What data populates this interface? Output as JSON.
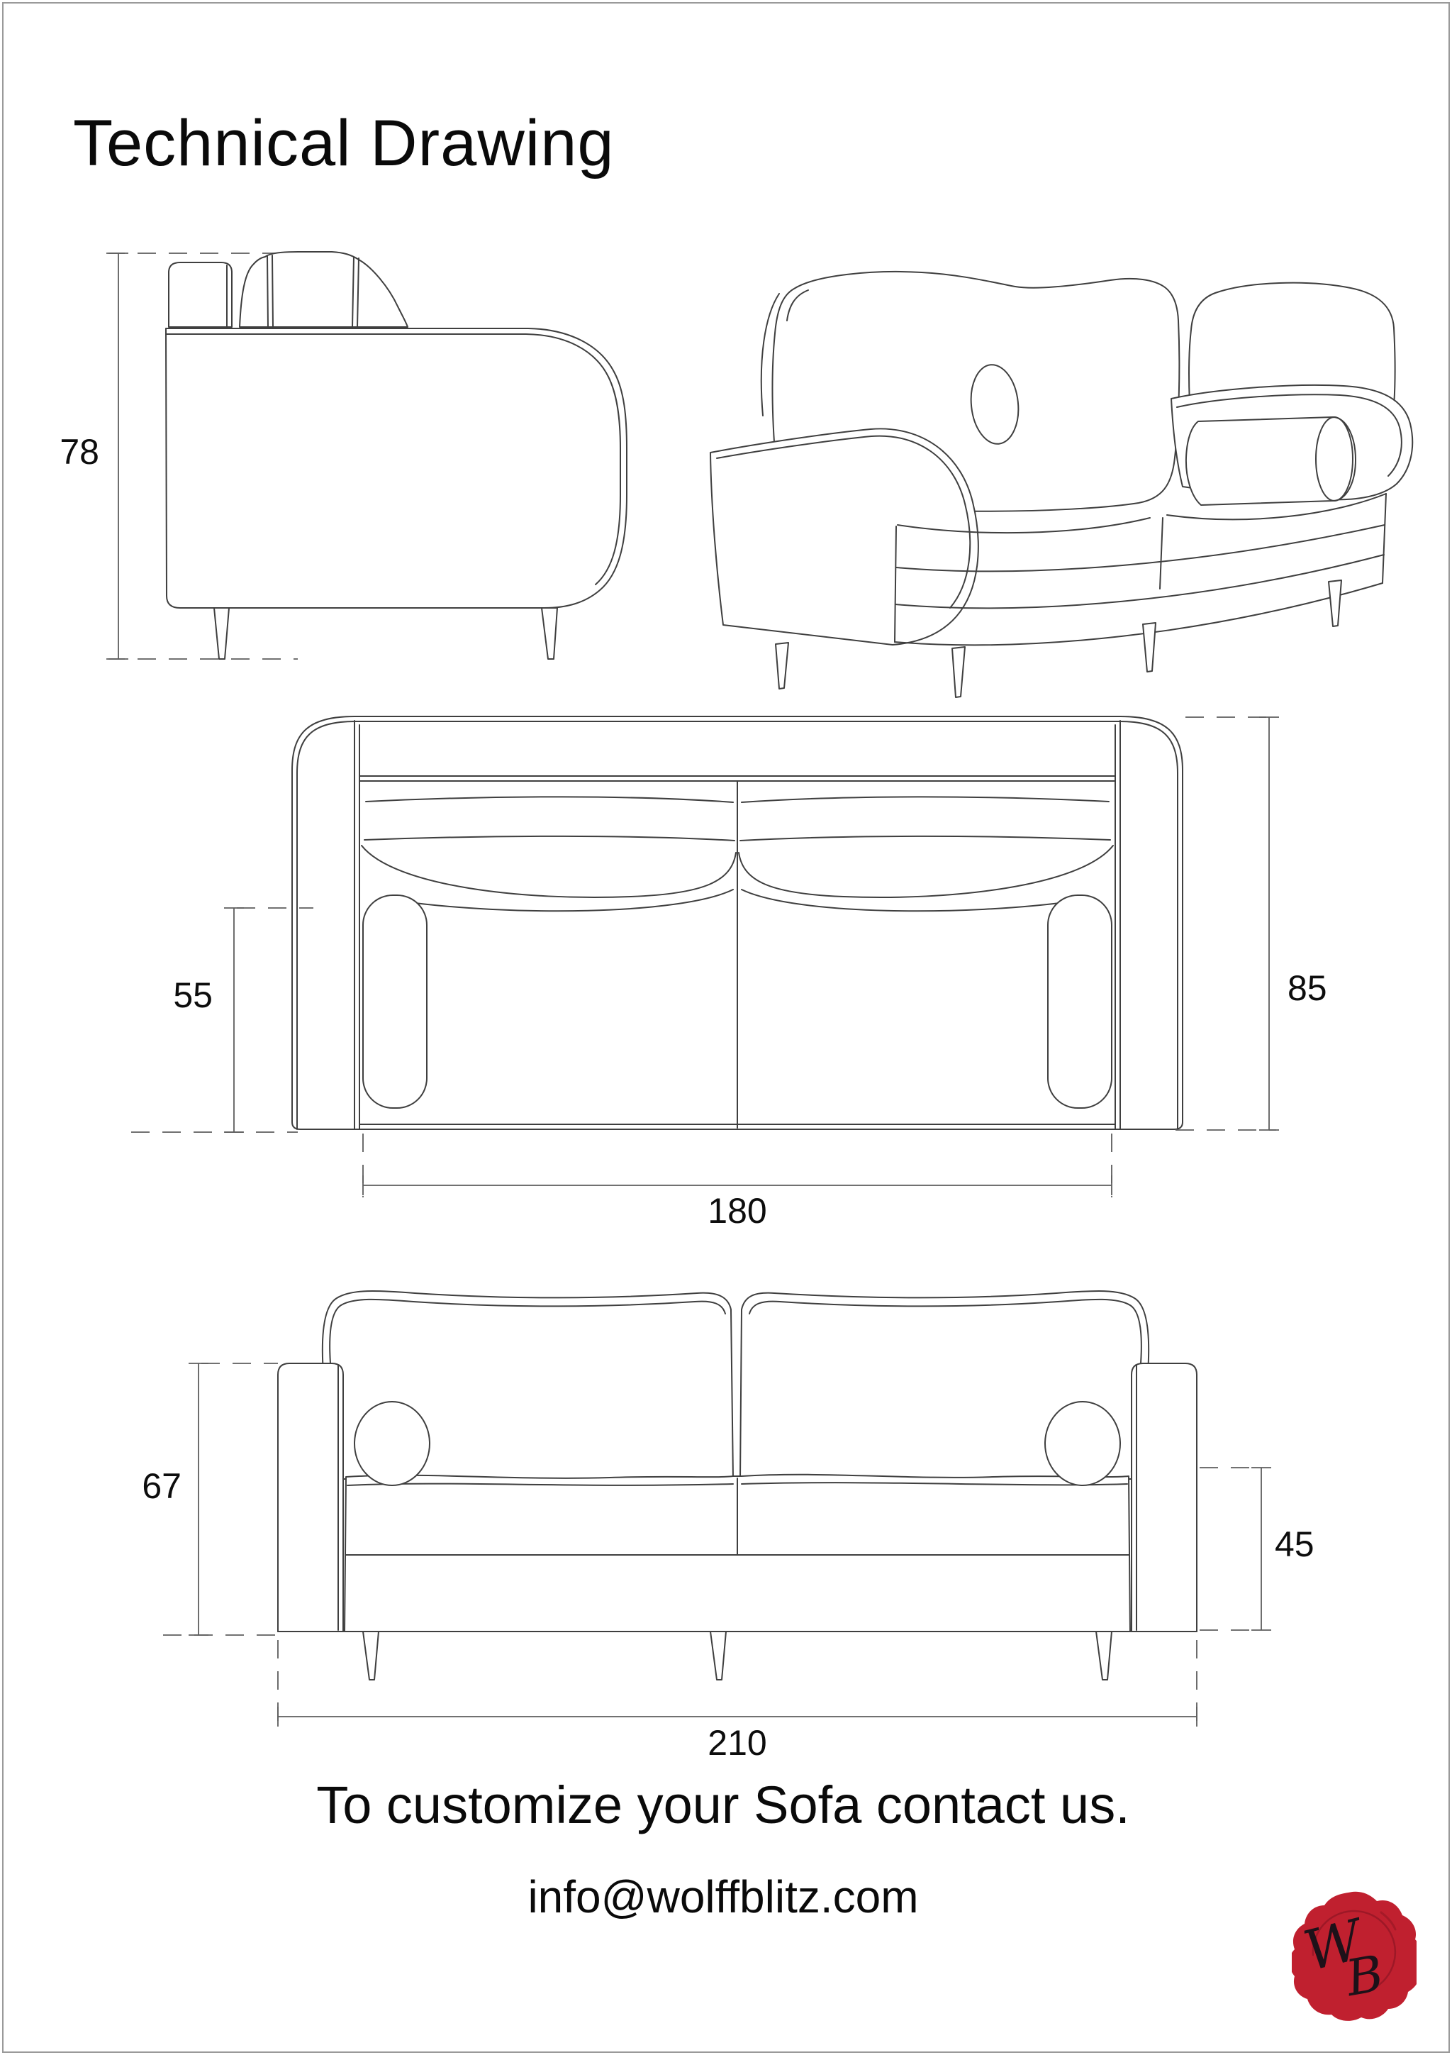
{
  "page": {
    "title": "Technical Drawing"
  },
  "side_view": {
    "height": "78"
  },
  "top_view": {
    "seat_depth": "55",
    "total_depth": "85",
    "inner_width": "180"
  },
  "front_view": {
    "arm_height": "67",
    "seat_height": "45",
    "total_width": "210"
  },
  "footer": {
    "contact": "To customize your Sofa contact us.",
    "email": "info@wolffblitz.com"
  },
  "logo": {
    "letter_w": "W",
    "letter_b": "B"
  },
  "colors": {
    "seal_red": "#c0202f",
    "seal_dark": "#8e1523",
    "monogram": "#1d1119",
    "line": "#3f3f3f"
  }
}
